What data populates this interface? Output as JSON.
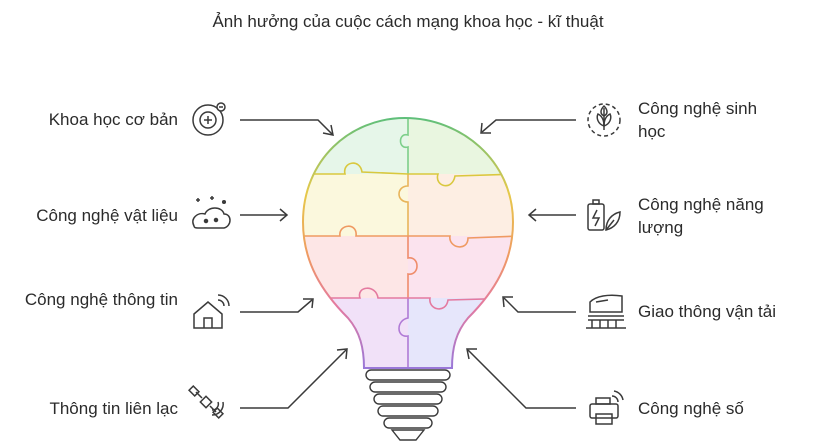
{
  "title": "Ảnh hưởng của cuộc cách mạng khoa học - kĩ thuật",
  "left_items": [
    {
      "label": "Khoa học cơ bản",
      "icon": "atom-plus-icon"
    },
    {
      "label": "Công nghệ vật liệu",
      "icon": "materials-icon"
    },
    {
      "label": "Công nghệ thông tin",
      "icon": "smart-home-icon"
    },
    {
      "label": "Thông tin liên lạc",
      "icon": "satellite-icon"
    }
  ],
  "right_items": [
    {
      "label": "Công nghệ sinh học",
      "icon": "plant-icon"
    },
    {
      "label": "Công nghệ năng lượng",
      "icon": "battery-leaf-icon"
    },
    {
      "label": "Giao thông vận tải",
      "icon": "train-icon"
    },
    {
      "label": "Công nghệ số",
      "icon": "printer-icon"
    }
  ],
  "colors": {
    "green": "#e6f6e9",
    "yellow": "#fbf8dd",
    "peach": "#fdeee3",
    "pink": "#fde6e6",
    "purple": "#f1e1f8",
    "lavender": "#e6e6fb",
    "line": "#3a3a3a"
  }
}
